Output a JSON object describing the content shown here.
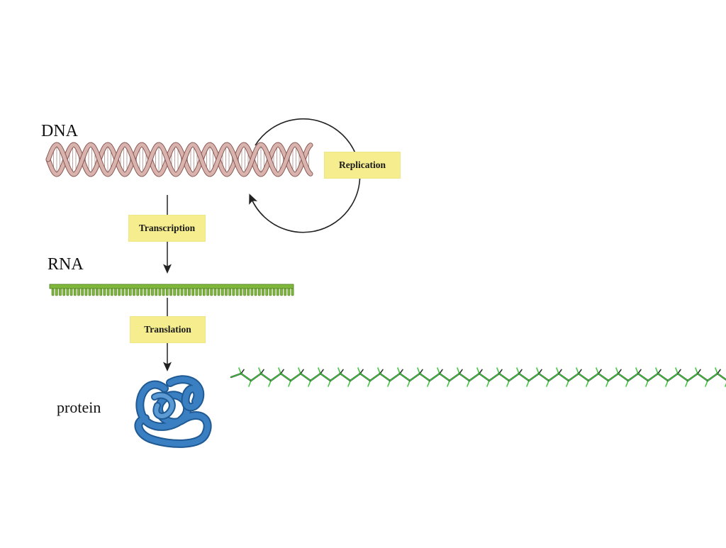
{
  "labels": {
    "dna": "DNA",
    "rna": "RNA",
    "protein": "protein"
  },
  "steps": {
    "replication": "Replication",
    "transcription": "Transcription",
    "translation": "Translation"
  },
  "colors": {
    "dna_strand": "#d9b3ad",
    "dna_edge": "#8a5a55",
    "rna": "#7fb73c",
    "rna_dark": "#4f7d1e",
    "protein": "#3a7fc1",
    "protein_dark": "#1f5a94",
    "peptide_green": "#3fc93f",
    "peptide_dark": "#2f3b2f",
    "step_box": "#f6ee8e",
    "arrow": "#222222"
  }
}
